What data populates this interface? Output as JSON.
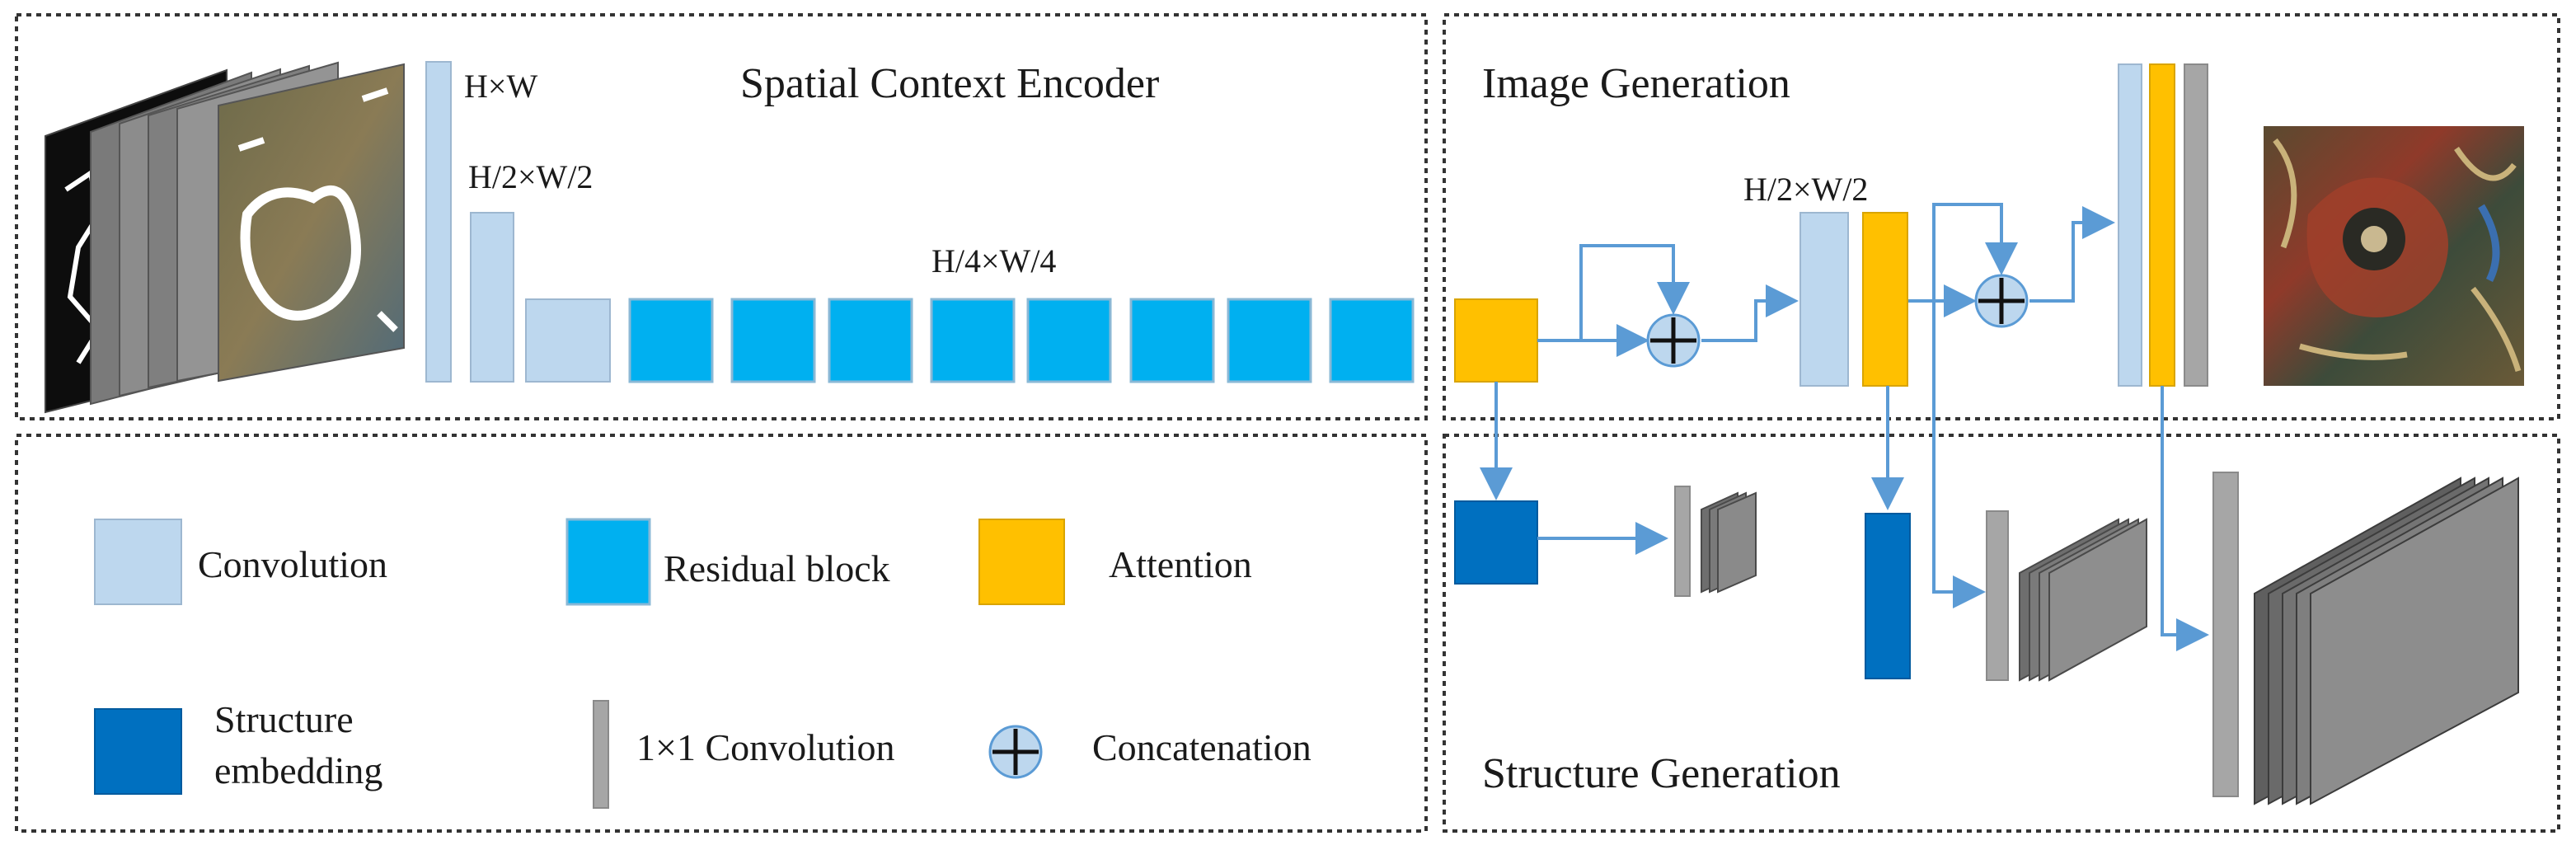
{
  "panels": {
    "encoder_title": "Spatial Context Encoder",
    "image_generation_title": "Image Generation",
    "structure_generation_title": "Structure Generation"
  },
  "dims": {
    "full": "H×W",
    "half": "H/2×W/2",
    "quarter": "H/4×W/4",
    "gen_half": "H/2×W/2"
  },
  "legend": {
    "convolution": "Convolution",
    "residual_block": "Residual block",
    "attention": "Attention",
    "structure_embedding_line1": "Structure",
    "structure_embedding_line2": "embedding",
    "conv1x1": "1×1 Convolution",
    "concatenation": "Concatenation"
  },
  "colors": {
    "convolution": "#bdd7ee",
    "residual_block": "#00b0f0",
    "attention": "#ffc000",
    "structure_embedding": "#0070c0",
    "conv1x1": "#a6a6a6",
    "arrow": "#5b9bd5",
    "feature_map": "#7f7f7f"
  },
  "icons": [
    "concatenation-icon",
    "arrow-icon",
    "input-mask-stack",
    "restored-texture-image",
    "feature-map-stack"
  ]
}
